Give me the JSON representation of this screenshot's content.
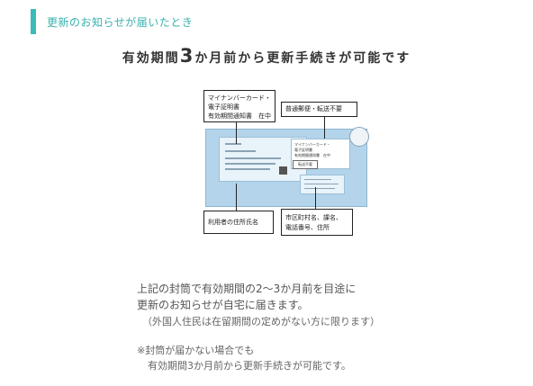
{
  "section": {
    "title": "更新のお知らせが届いたとき"
  },
  "headline": {
    "prefix": "有効期間",
    "number": "3",
    "suffix": "か月前から更新手続きが可能です"
  },
  "callouts": {
    "card_docs": [
      "マイナンバーカード・",
      "電子証明書",
      "有効期間通知書　在中"
    ],
    "mail_type": "普通郵便・転送不要",
    "recipient": "利用者の住所氏名",
    "sender": [
      "市区町村名、課名、",
      "電話番号、住所"
    ]
  },
  "envelope": {
    "card_text": [
      "マイナンバーカード・",
      "電子証明書",
      "有効期間通知書　在中"
    ],
    "tag_text": "転送不要"
  },
  "body": {
    "line1": "上記の封筒で有効期間の2〜3か月前を目途に",
    "line2": "更新のお知らせが自宅に届きます。",
    "line3": "（外国人住民は在留期間の定めがない方に限ります）",
    "note1": "※封筒が届かない場合でも",
    "note2": "有効期間3か月前から更新手続きが可能です。"
  }
}
